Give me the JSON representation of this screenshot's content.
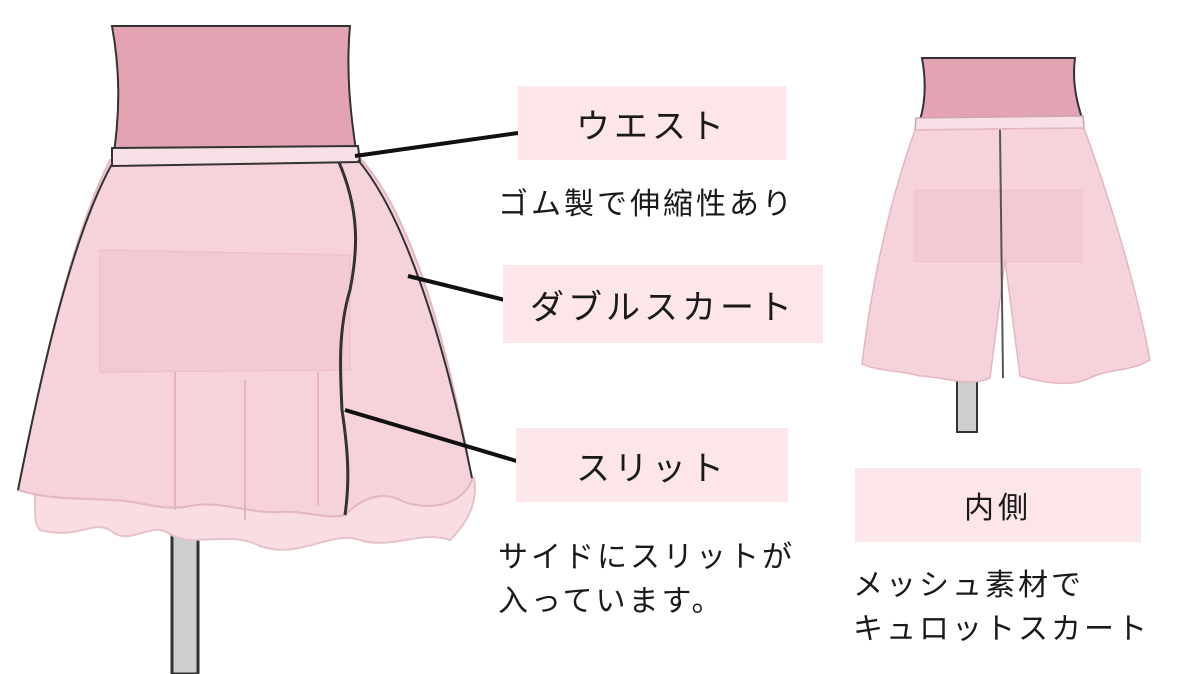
{
  "labels": {
    "waist": "ウエスト",
    "waist_desc": "ゴム製で伸縮性あり",
    "double_skirt": "ダブルスカート",
    "slit": "スリット",
    "slit_desc_line1": "サイドにスリットが",
    "slit_desc_line2": "入っています。",
    "inner": "内側",
    "inner_desc_line1": "メッシュ素材で",
    "inner_desc_line2": "キュロットスカート"
  },
  "colors": {
    "bodice": "#e3a3b3",
    "skirt_fill": "#f6d3db",
    "skirt_inner": "#f0c3cf",
    "label_bg": "#fde6ea",
    "stand": "#cfcfcf",
    "outline": "#222222"
  }
}
